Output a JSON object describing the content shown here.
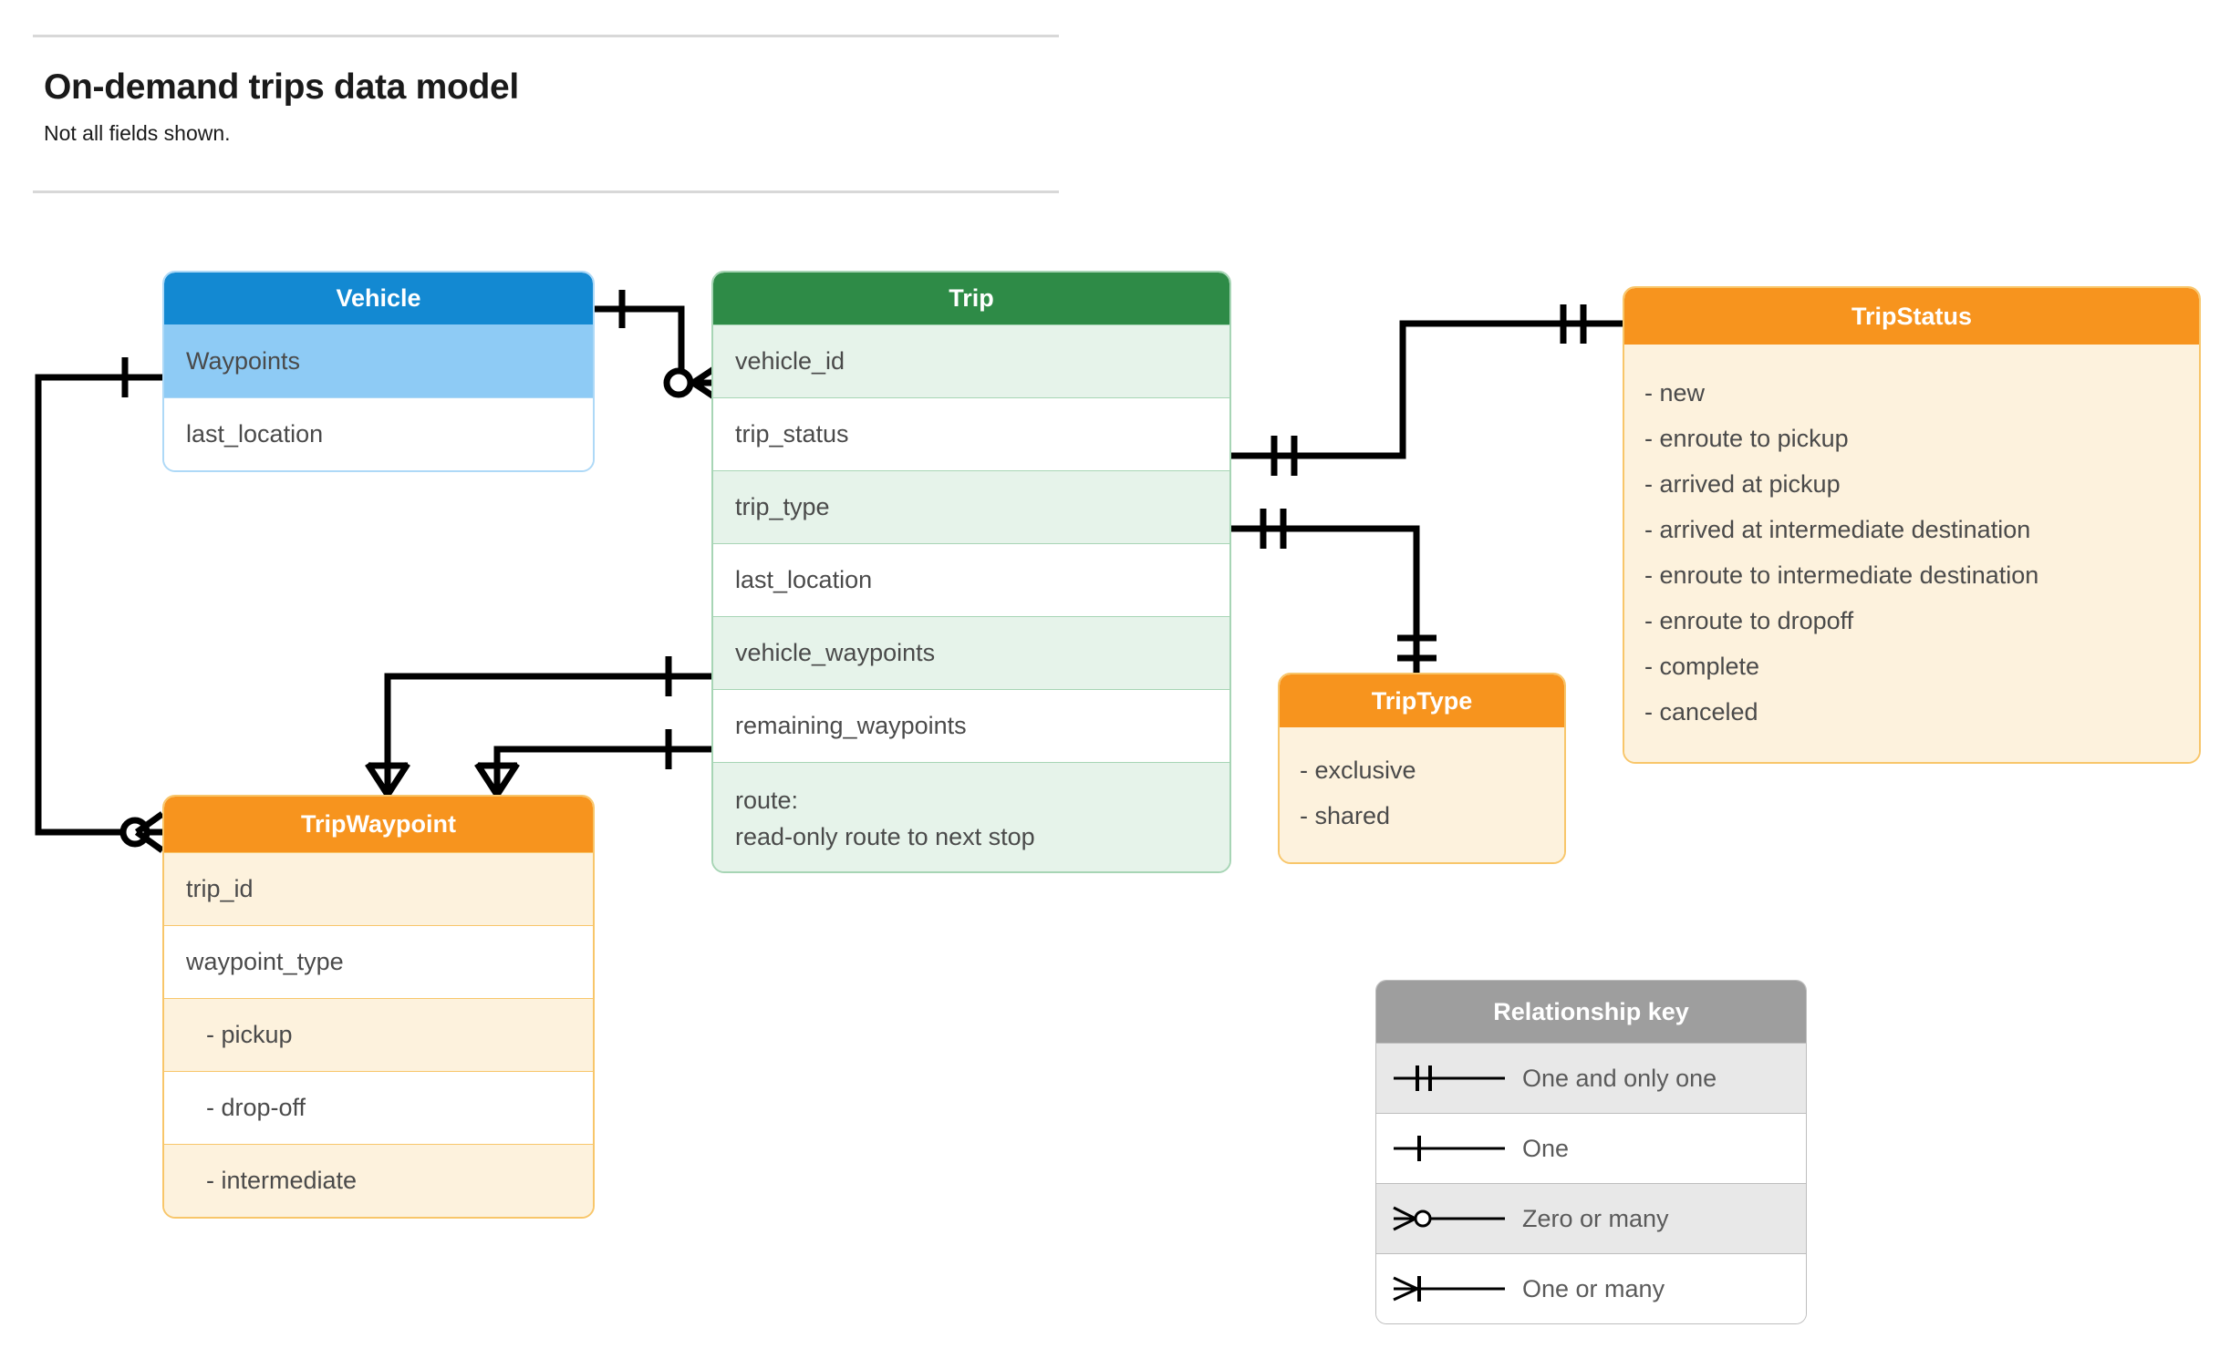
{
  "header": {
    "title": "On-demand trips data model",
    "subtitle": "Not all fields shown."
  },
  "entities": {
    "vehicle": {
      "name": "Vehicle",
      "color": "#1389d2",
      "rows": [
        {
          "label": "Waypoints"
        },
        {
          "label": "last_location"
        }
      ]
    },
    "trip": {
      "name": "Trip",
      "color": "#2e8b47",
      "rows": [
        {
          "label": "vehicle_id"
        },
        {
          "label": "trip_status"
        },
        {
          "label": "trip_type"
        },
        {
          "label": "last_location"
        },
        {
          "label": "vehicle_waypoints"
        },
        {
          "label": "remaining_waypoints"
        },
        {
          "label": "route:",
          "label2": "read-only route to next stop"
        }
      ]
    },
    "tripwaypoint": {
      "name": "TripWaypoint",
      "color": "#f7941e",
      "rows": [
        {
          "label": "trip_id"
        },
        {
          "label": "waypoint_type"
        },
        {
          "label": "-  pickup"
        },
        {
          "label": "-  drop-off"
        },
        {
          "label": "-  intermediate"
        }
      ]
    },
    "tripstatus": {
      "name": "TripStatus",
      "color": "#f7941e",
      "items": [
        "- new",
        "- enroute to pickup",
        "- arrived at pickup",
        "- arrived at intermediate destination",
        "- enroute to intermediate destination",
        "- enroute to dropoff",
        "- complete",
        "- canceled"
      ]
    },
    "triptype": {
      "name": "TripType",
      "color": "#f7941e",
      "items": [
        "- exclusive",
        "- shared"
      ]
    }
  },
  "legend": {
    "title": "Relationship key",
    "rows": [
      {
        "symbol": "one-and-only-one-icon",
        "label": "One and only one"
      },
      {
        "symbol": "one-icon",
        "label": "One"
      },
      {
        "symbol": "zero-or-many-icon",
        "label": "Zero or many"
      },
      {
        "symbol": "one-or-many-icon",
        "label": "One or many"
      }
    ]
  },
  "relationships": [
    {
      "from": "Vehicle",
      "to": "Trip.vehicle_id",
      "from_card": "One",
      "to_card": "Zero or many"
    },
    {
      "from": "Vehicle.Waypoints",
      "to": "TripWaypoint",
      "from_card": "One",
      "to_card": "Zero or many"
    },
    {
      "from": "Trip.trip_status",
      "to": "TripStatus",
      "from_card": "One and only one",
      "to_card": "One and only one"
    },
    {
      "from": "Trip.trip_type",
      "to": "TripType",
      "from_card": "One and only one",
      "to_card": "One and only one"
    },
    {
      "from": "Trip.vehicle_waypoints",
      "to": "TripWaypoint",
      "from_card": "One",
      "to_card": "One or many"
    },
    {
      "from": "Trip.remaining_waypoints",
      "to": "TripWaypoint",
      "from_card": "One",
      "to_card": "One or many"
    }
  ]
}
